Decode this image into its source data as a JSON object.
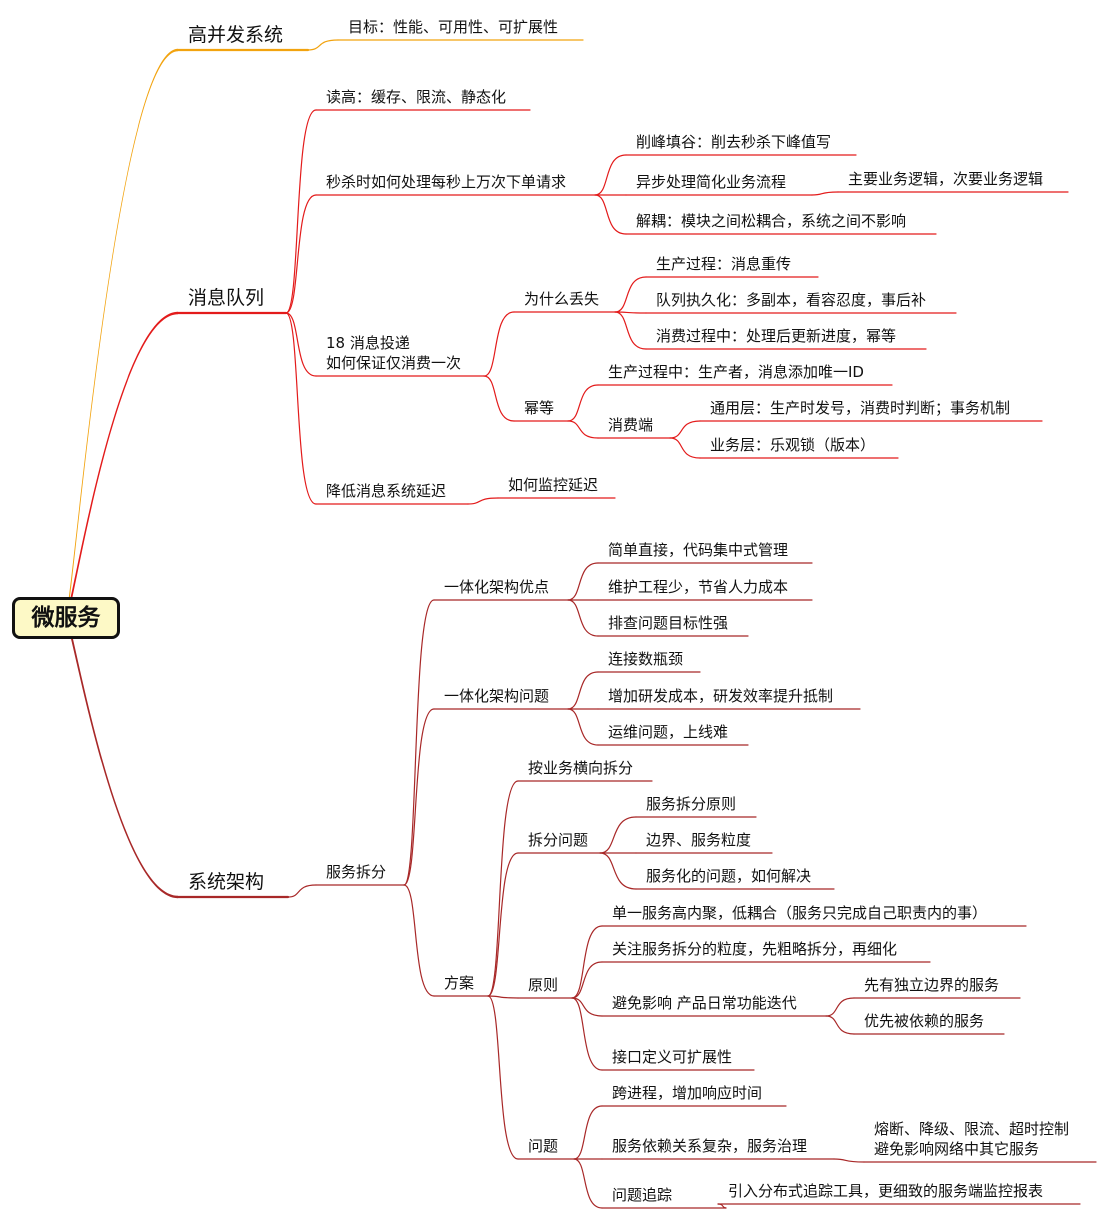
{
  "root": "微服务",
  "branches": [
    {
      "label": "高并发系统",
      "color": "#f2a30f",
      "children": [
        {
          "label": "目标：性能、可用性、可扩展性"
        }
      ]
    },
    {
      "label": "消息队列",
      "color": "#e31b1b",
      "children": [
        {
          "label": "读高：缓存、限流、静态化"
        },
        {
          "label": "秒杀时如何处理每秒上万次下单请求",
          "children": [
            {
              "label": "削峰填谷：削去秒杀下峰值写"
            },
            {
              "label": "异步处理简化业务流程",
              "children": [
                {
                  "label": "主要业务逻辑，次要业务逻辑"
                }
              ]
            },
            {
              "label": "解耦：模块之间松耦合，系统之间不影响"
            }
          ]
        },
        {
          "label": "18 消息投递",
          "label2": "如何保证仅消费一次",
          "children": [
            {
              "label": "为什么丢失",
              "children": [
                {
                  "label": "生产过程：消息重传"
                },
                {
                  "label": "队列执久化：多副本，看容忍度，事后补"
                },
                {
                  "label": "消费过程中：处理后更新进度，幂等"
                }
              ]
            },
            {
              "label": "幂等",
              "children": [
                {
                  "label": "生产过程中：生产者，消息添加唯一ID"
                },
                {
                  "label": "消费端",
                  "children": [
                    {
                      "label": "通用层：生产时发号，消费时判断；事务机制"
                    },
                    {
                      "label": "业务层：乐观锁（版本）"
                    }
                  ]
                }
              ]
            }
          ]
        },
        {
          "label": "降低消息系统延迟",
          "children": [
            {
              "label": "如何监控延迟"
            }
          ]
        }
      ]
    },
    {
      "label": "系统架构",
      "color": "#a82828",
      "children": [
        {
          "label": "服务拆分",
          "children": [
            {
              "label": "一体化架构优点",
              "children": [
                {
                  "label": "简单直接，代码集中式管理"
                },
                {
                  "label": "维护工程少，节省人力成本"
                },
                {
                  "label": "排查问题目标性强"
                }
              ]
            },
            {
              "label": "一体化架构问题",
              "children": [
                {
                  "label": "连接数瓶颈"
                },
                {
                  "label": "增加研发成本，研发效率提升抵制"
                },
                {
                  "label": "运维问题，上线难"
                }
              ]
            },
            {
              "label": "方案",
              "children": [
                {
                  "label": "按业务横向拆分"
                },
                {
                  "label": "拆分问题",
                  "children": [
                    {
                      "label": "服务拆分原则"
                    },
                    {
                      "label": "边界、服务粒度"
                    },
                    {
                      "label": "服务化的问题，如何解决"
                    }
                  ]
                },
                {
                  "label": "原则",
                  "children": [
                    {
                      "label": "单一服务高内聚，低耦合（服务只完成自己职责内的事）"
                    },
                    {
                      "label": "关注服务拆分的粒度，先粗略拆分，再细化"
                    },
                    {
                      "label": "避免影响 产品日常功能迭代",
                      "children": [
                        {
                          "label": "先有独立边界的服务"
                        },
                        {
                          "label": "优先被依赖的服务"
                        }
                      ]
                    },
                    {
                      "label": "接口定义可扩展性"
                    }
                  ]
                },
                {
                  "label": "问题",
                  "children": [
                    {
                      "label": "跨进程，增加响应时间"
                    },
                    {
                      "label": "服务依赖关系复杂，服务治理",
                      "children": [
                        {
                          "label": "熔断、降级、限流、超时控制",
                          "label2": "避免影响网络中其它服务"
                        }
                      ]
                    },
                    {
                      "label": "问题追踪",
                      "children": [
                        {
                          "label": "引入分布式追踪工具，更细致的服务端监控报表"
                        }
                      ]
                    }
                  ]
                }
              ]
            }
          ]
        }
      ]
    }
  ]
}
